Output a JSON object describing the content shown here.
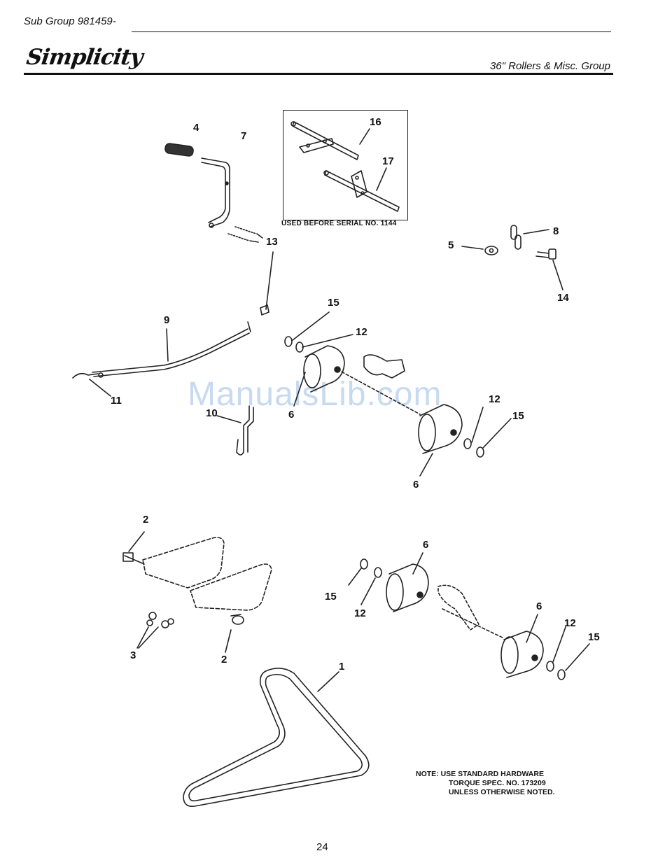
{
  "header": {
    "sub_group": "Sub Group 981459-",
    "brand": "Simplicity",
    "group_title": "36\" Rollers & Misc. Group"
  },
  "inset": {
    "caption": "USED BEFORE SERIAL NO. 1144"
  },
  "callouts": {
    "c4": "4",
    "c7": "7",
    "c16": "16",
    "c17": "17",
    "c13": "13",
    "c8": "8",
    "c5": "5",
    "c14": "14",
    "c9": "9",
    "c15a": "15",
    "c12a": "12",
    "c11": "11",
    "c6a": "6",
    "c10": "10",
    "c12b": "12",
    "c15b": "15",
    "c6b": "6",
    "c2a": "2",
    "c6c": "6",
    "c15c": "15",
    "c12c": "12",
    "c6d": "6",
    "c12d": "12",
    "c15d": "15",
    "c3": "3",
    "c2b": "2",
    "c1": "1"
  },
  "note": {
    "line1": "NOTE:  USE STANDARD HARDWARE",
    "line2": "TORQUE SPEC. NO. 173209",
    "line3": "UNLESS OTHERWISE NOTED."
  },
  "watermark": "ManualsLib.com",
  "page_number": "24"
}
